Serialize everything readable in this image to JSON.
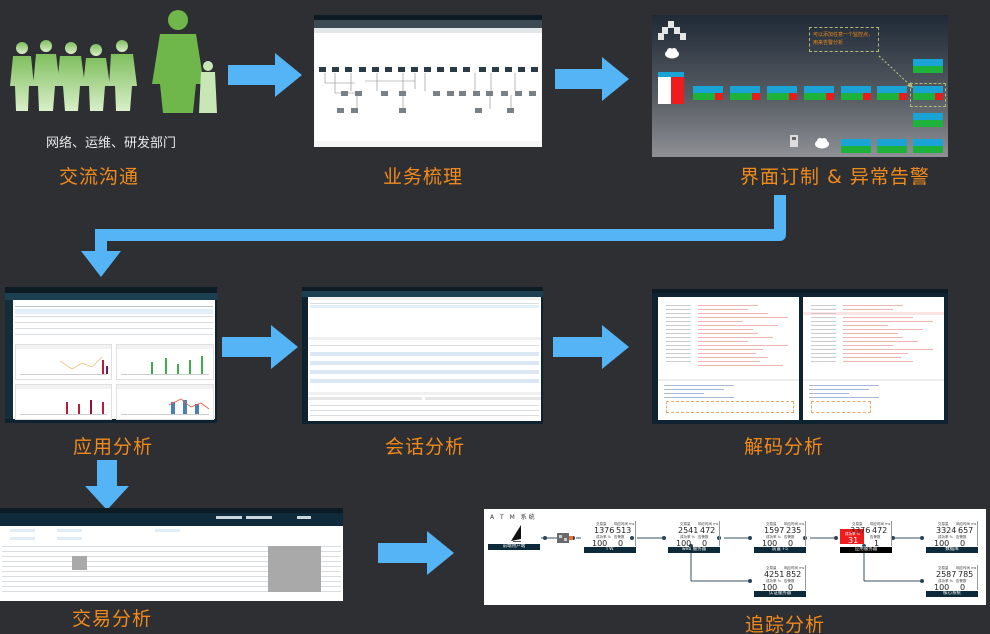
{
  "stages": [
    {
      "id": "communication",
      "title": "交流沟通",
      "subtitle": "网络、运维、研发部门"
    },
    {
      "id": "business-mapping",
      "title": "业务梳理"
    },
    {
      "id": "ui-custom-alert",
      "title": "界面订制 & 异常告警"
    },
    {
      "id": "app-analysis",
      "title": "应用分析"
    },
    {
      "id": "session-analysis",
      "title": "会话分析"
    },
    {
      "id": "decode-analysis",
      "title": "解码分析"
    },
    {
      "id": "transaction-analysis",
      "title": "交易分析"
    },
    {
      "id": "trace-analysis",
      "title": "追踪分析"
    }
  ],
  "flow": [
    [
      "communication",
      "business-mapping"
    ],
    [
      "business-mapping",
      "ui-custom-alert"
    ],
    [
      "ui-custom-alert",
      "app-analysis"
    ],
    [
      "app-analysis",
      "session-analysis"
    ],
    [
      "session-analysis",
      "decode-analysis"
    ],
    [
      "app-analysis",
      "transaction-analysis"
    ],
    [
      "transaction-analysis",
      "trace-analysis"
    ]
  ],
  "colors": {
    "background": "#2e2f33",
    "arrow": "#55b4f5",
    "caption": "#f08a1c",
    "subtitle": "#e8e8e8",
    "people_green": "#8cc96a",
    "alert_red": "#ee1c1c",
    "ok_green": "#1db33a",
    "card_blue": "#1aa4d6"
  },
  "trace": {
    "title": "A T M 系统",
    "metric_labels": {
      "volume": "交易量",
      "resp_time": "响应时间 ms",
      "success_rate": "成功率 %",
      "alarm_count": "告警数"
    },
    "client": {
      "name": "前端用户端"
    },
    "nodes": [
      {
        "name": "I W",
        "volume": "1376",
        "resp_time": "513",
        "success_rate": "100",
        "alarm_count": "0",
        "alert": false
      },
      {
        "name": "web 服务器",
        "volume": "2541",
        "resp_time": "472",
        "success_rate": "100",
        "alarm_count": "0",
        "alert": false
      },
      {
        "name": "前置 F5",
        "volume": "1597",
        "resp_time": "235",
        "success_rate": "100",
        "alarm_count": "0",
        "alert": false
      },
      {
        "name": "应用服务器",
        "volume": "3376",
        "resp_time": "472",
        "success_rate": "31",
        "alarm_count": "1",
        "alert": true
      },
      {
        "name": "数据库",
        "volume": "3324",
        "resp_time": "657",
        "success_rate": "100",
        "alarm_count": "0",
        "alert": false
      },
      {
        "name": "认证服务器",
        "volume": "4251",
        "resp_time": "852",
        "success_rate": "100",
        "alarm_count": "0",
        "alert": false
      },
      {
        "name": "核心系统",
        "volume": "2587",
        "resp_time": "785",
        "success_rate": "100",
        "alarm_count": "0",
        "alert": false
      }
    ]
  },
  "alert_dashboard": {
    "callout": "可以添加任意一个监控点，用来告警分析"
  }
}
